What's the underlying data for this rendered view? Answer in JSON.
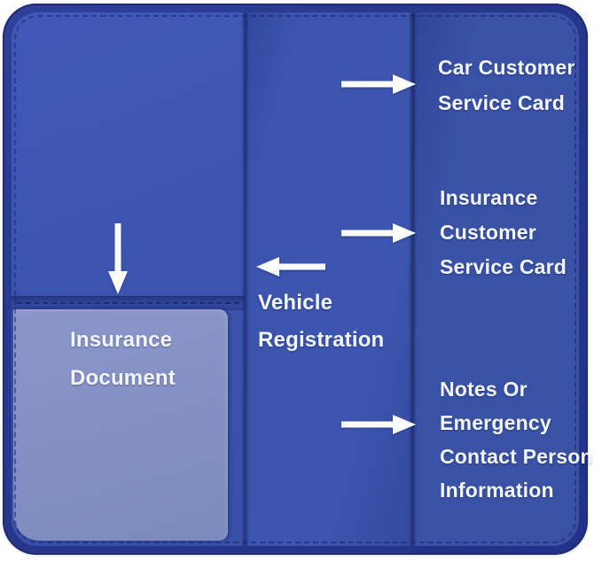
{
  "product_diagram": {
    "description": "blue-vehicle-registration-card-holder-open",
    "annotations": {
      "car_card": {
        "lines": [
          "Car Customer",
          "Service Card"
        ]
      },
      "insurance_card": {
        "lines": [
          "Insurance",
          "Customer",
          "Service Card"
        ]
      },
      "notes": {
        "lines": [
          "Notes Or",
          "Emergency",
          "Contact Person",
          "Information"
        ]
      },
      "vehicle_registration": {
        "lines": [
          "Vehicle",
          "Registration"
        ]
      },
      "insurance_document": {
        "lines": [
          "Insurance",
          "Document"
        ]
      }
    },
    "icons": {
      "right_arrows": "arrow-right-icon",
      "left_arrow": "arrow-left-icon",
      "down_arrow": "arrow-down-icon"
    },
    "colors": {
      "background": "#ffffff",
      "wallet_edge": "#26378c",
      "leather_left_panel": "#3c55b0",
      "leather_center_panel": "#3b54ad",
      "leather_right_panel": "#3a52a4",
      "card_slot_panel": "#42589f",
      "document_pocket": "#8490c3",
      "stitching": "#1c2d78",
      "label_text": "#f3f6fc",
      "arrow": "#fdfdfd"
    }
  }
}
